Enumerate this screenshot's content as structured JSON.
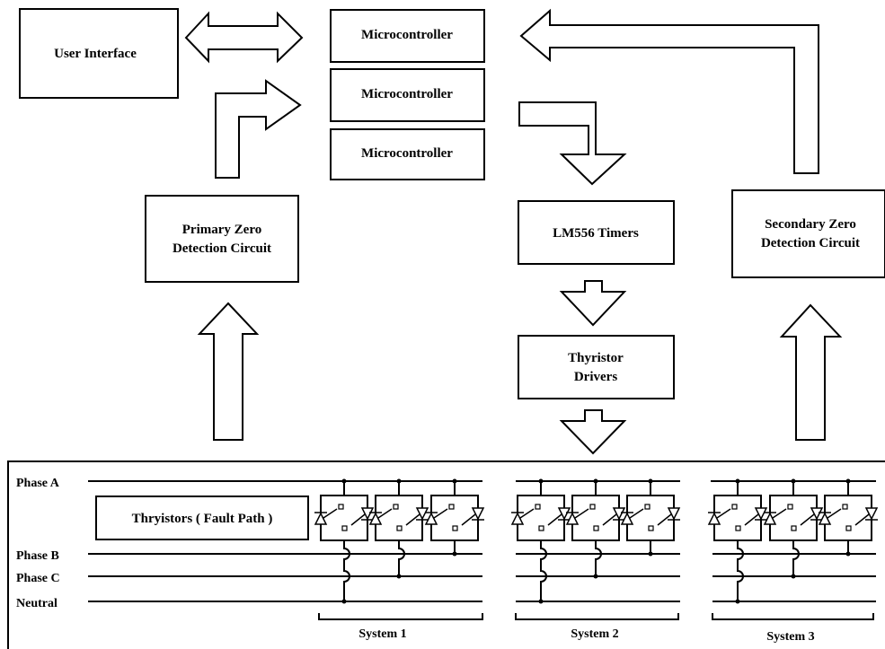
{
  "blocks": {
    "user_interface": "User Interface",
    "mcu_1": "Microcontroller",
    "mcu_2": "Microcontroller",
    "mcu_3": "Microcontroller",
    "primary_zero_line1": "Primary Zero",
    "primary_zero_line2": "Detection Circuit",
    "lm556": "LM556 Timers",
    "thyristor_drivers_line1": "Thyristor",
    "thyristor_drivers_line2": "Drivers",
    "secondary_zero_line1": "Secondary Zero",
    "secondary_zero_line2": "Detection Circuit"
  },
  "power_section": {
    "fault_path_label": "Thryistors ( Fault Path )",
    "lines": {
      "phase_a": "Phase A",
      "phase_b": "Phase B",
      "phase_c": "Phase C",
      "neutral": "Neutral"
    },
    "systems": [
      "System 1",
      "System 2",
      "System 3"
    ]
  },
  "colors": {
    "stroke": "#000000",
    "background": "#ffffff"
  }
}
